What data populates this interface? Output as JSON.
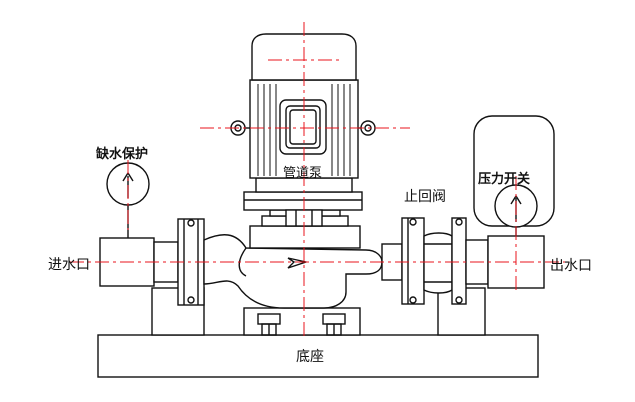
{
  "labels": {
    "low_water_protection": "缺水保护",
    "pump": "管道泵",
    "pressure_switch": "压力开关",
    "check_valve": "止回阀",
    "inlet": "进水口",
    "outlet": "出水口",
    "base": "底座"
  },
  "colors": {
    "line": "#111111",
    "centerline": "#e8141c",
    "background": "#ffffff"
  }
}
